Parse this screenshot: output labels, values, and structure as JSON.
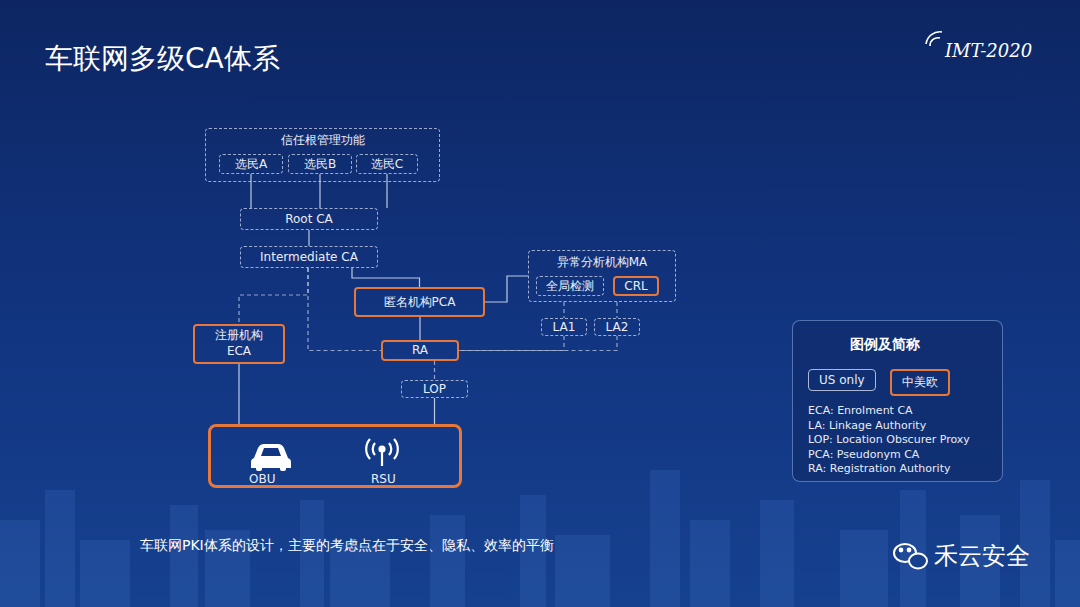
{
  "diagram": {
    "title": "车联网多级CA体系",
    "caption": "车联网PKI体系的设计，主要的考虑点在于安全、隐私、效率的平衡",
    "nodes": [
      {
        "text": [
          "信任根管理功能"
        ]
      },
      {
        "text": [
          "选民A"
        ],
        "in": 0
      },
      {
        "text": [
          "选民B"
        ],
        "in": 0
      },
      {
        "text": [
          "选民C"
        ],
        "in": 0
      },
      {
        "text": [
          "Root CA"
        ]
      },
      {
        "text": [
          "Intermediate CA"
        ]
      },
      {
        "text": [
          "异常分析机构MA"
        ]
      },
      {
        "text": [
          "全局检测"
        ],
        "in": 6
      },
      {
        "text": [
          "CRL"
        ],
        "in": 6
      },
      {
        "text": [
          "匿名机构PCA"
        ]
      },
      {
        "text": [
          "LA1"
        ]
      },
      {
        "text": [
          "LA2"
        ]
      },
      {
        "text": [
          "注册机构 ECA"
        ]
      },
      {
        "text": [
          "RA"
        ]
      },
      {
        "text": [
          "LOP"
        ]
      },
      {
        "text": [
          "OBU",
          "RSU"
        ]
      }
    ],
    "edges": [
      {
        "from": 1,
        "to": 4,
        "arrow": "none"
      },
      {
        "from": 2,
        "to": 4,
        "arrow": "none"
      },
      {
        "from": 3,
        "to": 4,
        "arrow": "none"
      },
      {
        "from": 4,
        "to": 5,
        "arrow": "none"
      },
      {
        "from": 5,
        "to": 12,
        "arrow": "none"
      },
      {
        "from": 5,
        "to": 9,
        "arrow": "none"
      },
      {
        "from": 5,
        "to": 13,
        "arrow": "none"
      },
      {
        "from": 9,
        "to": 6,
        "arrow": "none"
      },
      {
        "from": 6,
        "to": 10,
        "arrow": "none"
      },
      {
        "from": 6,
        "to": 11,
        "arrow": "none"
      },
      {
        "from": 10,
        "to": 13,
        "arrow": "none"
      },
      {
        "from": 11,
        "to": 13,
        "arrow": "none"
      },
      {
        "from": 9,
        "to": 13,
        "arrow": "none"
      },
      {
        "from": 13,
        "to": 14,
        "arrow": "none"
      },
      {
        "from": 14,
        "to": 15,
        "arrow": "none"
      },
      {
        "from": 12,
        "to": 15,
        "arrow": "none"
      }
    ],
    "labels": [
      "IMT-2020",
      "图例及简称",
      "ECA: Enrolment CA",
      "LA: Linkage Authority",
      "LOP: Location Obscurer Proxy",
      "PCA: Pseudonym CA",
      "RA: Registration Authority",
      "禾云安全"
    ],
    "legend": [
      {
        "text": "US only"
      },
      {
        "text": "中美欧"
      }
    ]
  }
}
